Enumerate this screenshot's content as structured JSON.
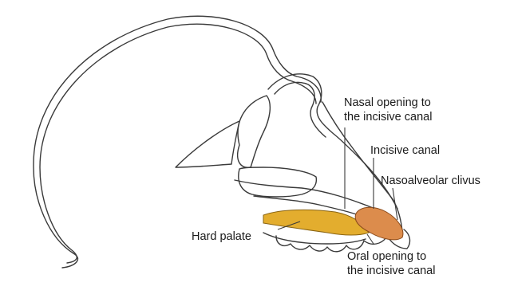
{
  "labels": {
    "nasal_opening": [
      "Nasal opening to",
      "the incisive canal"
    ],
    "incisive_canal": "Incisive canal",
    "nasoalveolar_clivus": "Nasoalveolar clivus",
    "hard_palate": "Hard palate",
    "oral_opening": [
      "Oral opening to",
      "the incisive canal"
    ]
  },
  "colors": {
    "hard_palate": "#e3ad2e",
    "incisive_canal": "#dc8c4c",
    "outline": "#3a3a3a",
    "leader": "#3a3a3a"
  }
}
